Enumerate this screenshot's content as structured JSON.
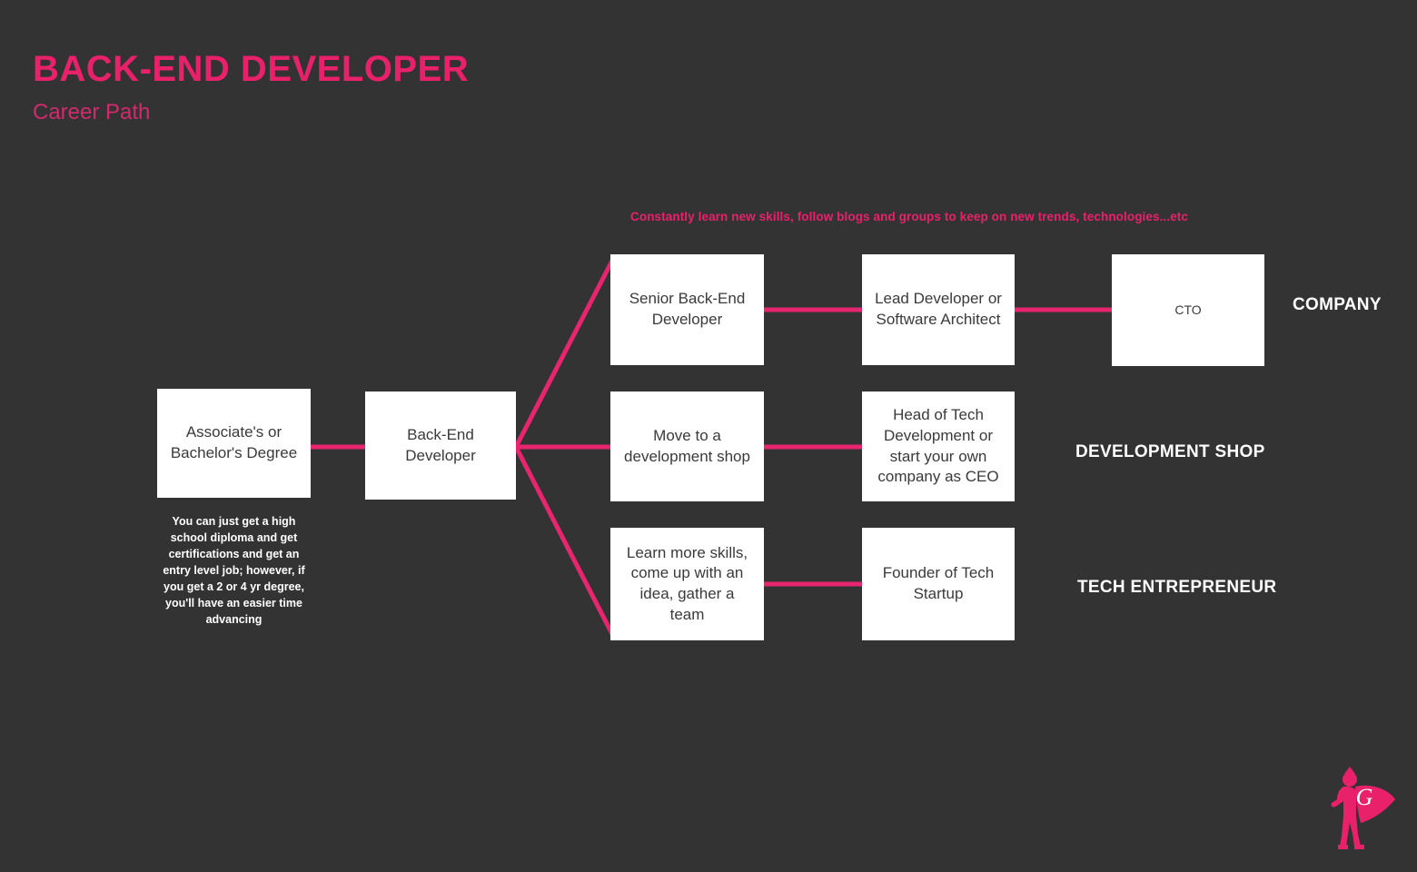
{
  "header": {
    "title": "BACK-END DEVELOPER",
    "subtitle": "Career Path",
    "title_color": "#E8216A",
    "subtitle_color": "#D22A6B"
  },
  "annotations": {
    "top_note": "Constantly learn new skills, follow blogs and groups to keep on new trends, technologies...etc",
    "degree_note": "You can just  get a high school diploma and get certifications and get an entry level job; however, if you get a 2 or 4 yr degree, you'll have an easier time advancing"
  },
  "theme": {
    "background": "#333333",
    "accent": "#E8256F",
    "node_fill": "#FFFFFF",
    "node_text": "#3A3A3A",
    "label_text": "#FFFFFF"
  },
  "nodes": {
    "degree": "Associate's or Bachelor's Degree",
    "backend_developer": "Back-End Developer",
    "senior_backend_developer": "Senior Back-End Developer",
    "lead_developer": "Lead Developer or Software Architect",
    "cto": "CTO",
    "development_shop": "Move to a development shop",
    "head_of_tech": "Head of Tech Development or start your own company as CEO",
    "learn_more_skills": "Learn more skills, come up with an idea, gather a team",
    "founder_startup": "Founder of Tech Startup"
  },
  "tracks": [
    {
      "label": "COMPANY"
    },
    {
      "label": "DEVELOPMENT SHOP"
    },
    {
      "label": "TECH ENTREPRENEUR"
    }
  ],
  "logo": {
    "name": "superhero-g-logo",
    "letter": "G",
    "color": "#E8216A"
  }
}
